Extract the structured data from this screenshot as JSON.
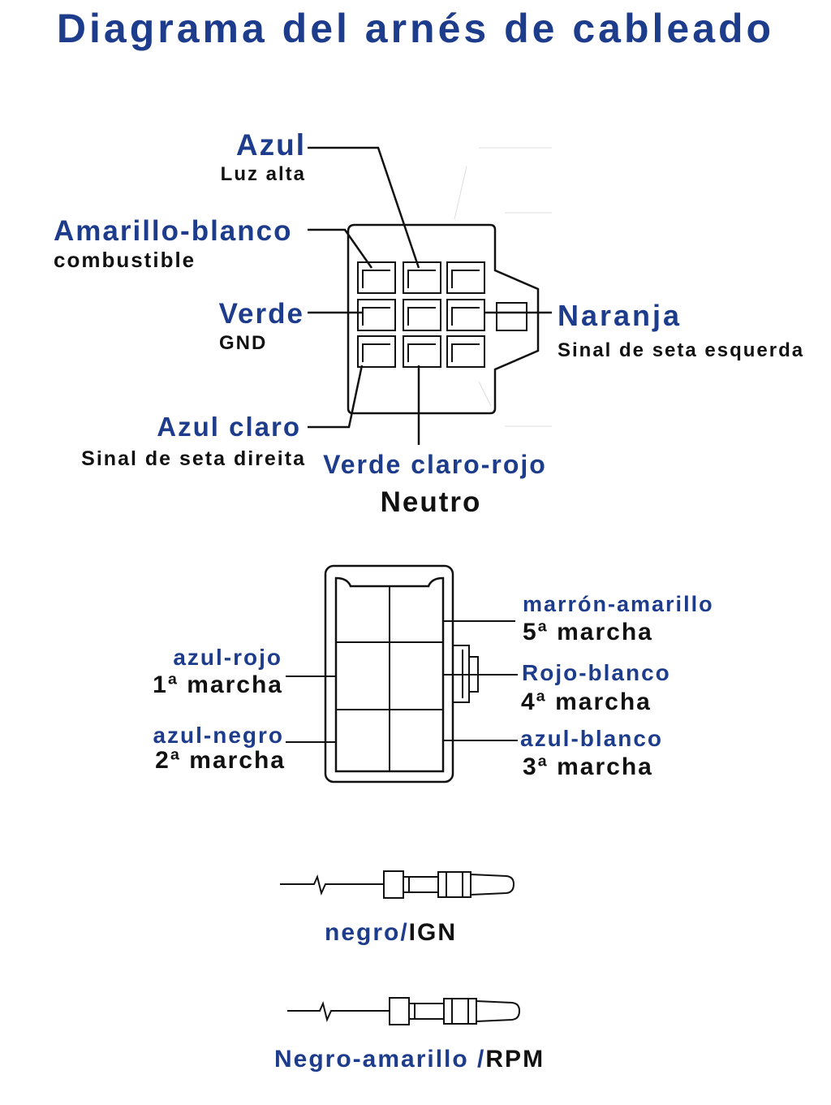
{
  "title": "Diagrama del arnés de cableado",
  "colors": {
    "label_color": "#1e3c8c",
    "function_color": "#111111",
    "background": "#ffffff"
  },
  "connector1": {
    "pins": [
      {
        "wire": "Azul",
        "function": "Luz alta"
      },
      {
        "wire": "Amarillo-blanco",
        "function": "combustible"
      },
      {
        "wire": "Verde",
        "function": "GND"
      },
      {
        "wire": "Azul claro",
        "function": "Sinal de seta direita"
      },
      {
        "wire": "Verde claro-rojo",
        "function": "Neutro"
      },
      {
        "wire": "Naranja",
        "function": "Sinal de seta esquerda"
      }
    ]
  },
  "connector2": {
    "pins": [
      {
        "wire": "marrón-amarillo",
        "function": "5ª marcha"
      },
      {
        "wire": "azul-rojo",
        "function": "1ª marcha"
      },
      {
        "wire": "Rojo-blanco",
        "function": "4ª marcha"
      },
      {
        "wire": "azul-negro",
        "function": "2ª marcha"
      },
      {
        "wire": "azul-blanco",
        "function": "3ª marcha"
      }
    ]
  },
  "terminals": [
    {
      "wire": "negro/",
      "function": "IGN"
    },
    {
      "wire": "Negro-amarillo /",
      "function": "RPM"
    }
  ]
}
